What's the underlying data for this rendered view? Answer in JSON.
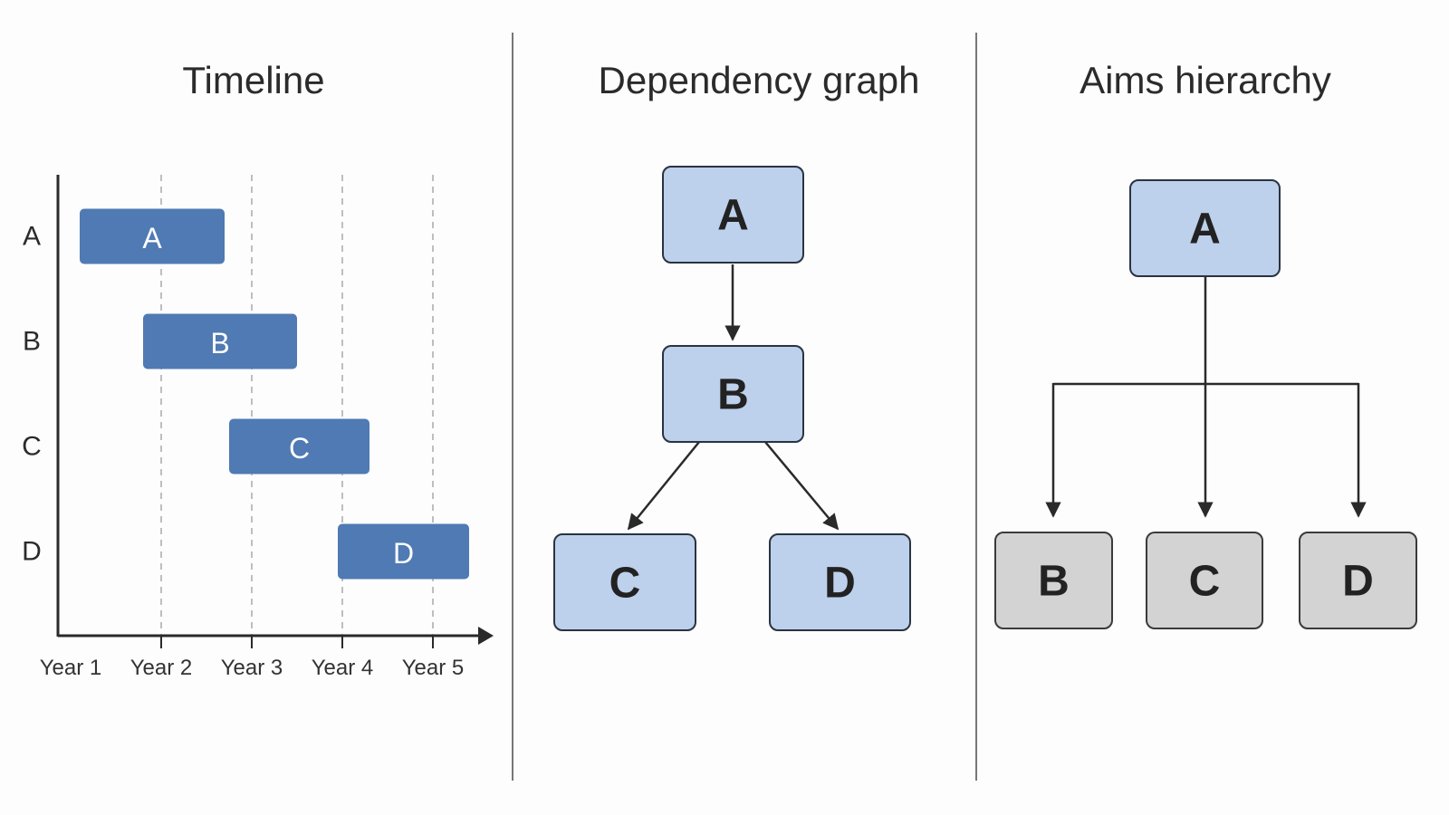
{
  "colors": {
    "bar_fill": "#4f7ab3",
    "dep_node_fill": "#bdd0ec",
    "hier_child_fill": "#d3d3d3",
    "hier_root_fill": "#bdd0ec",
    "node_stroke": "#2a3340",
    "axis": "#2a2a2a",
    "divider": "#777777",
    "grid": "#aaaaaa"
  },
  "panels": {
    "timeline": {
      "title": "Timeline",
      "rows": [
        "A",
        "B",
        "C",
        "D"
      ],
      "x_ticks": [
        "Year 1",
        "Year 2",
        "Year 3",
        "Year 4",
        "Year 5"
      ],
      "bars": [
        {
          "label": "A",
          "row": "A",
          "start_year": 1.1,
          "end_year": 2.7
        },
        {
          "label": "B",
          "row": "B",
          "start_year": 1.8,
          "end_year": 3.5
        },
        {
          "label": "C",
          "row": "C",
          "start_year": 2.75,
          "end_year": 4.3
        },
        {
          "label": "D",
          "row": "D",
          "start_year": 3.95,
          "end_year": 5.4
        }
      ]
    },
    "dependency": {
      "title": "Dependency graph",
      "nodes": [
        "A",
        "B",
        "C",
        "D"
      ],
      "edges": [
        [
          "A",
          "B"
        ],
        [
          "B",
          "C"
        ],
        [
          "B",
          "D"
        ]
      ]
    },
    "hierarchy": {
      "title": "Aims hierarchy",
      "root": "A",
      "children": [
        "B",
        "C",
        "D"
      ]
    }
  }
}
